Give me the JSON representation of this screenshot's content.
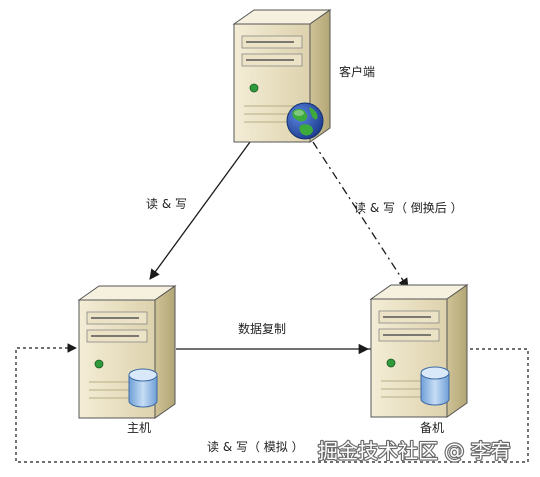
{
  "labels": {
    "client": "客户端",
    "primary": "主机",
    "standby": "备机",
    "rw_primary": "读 & 写",
    "rw_standby": "读 & 写（ 倒换后 ）",
    "replication": "数据复制",
    "rw_simulated": "读 & 写（ 模拟 ）"
  },
  "watermark": "掘金技术社区 @ 李宥",
  "icons": {
    "client": "server-icon",
    "client_badge": "globe-icon",
    "primary": "server-icon",
    "primary_badge": "database-icon",
    "standby": "server-icon",
    "standby_badge": "database-icon"
  },
  "colors": {
    "server_front": "#e9e0c1",
    "server_side": "#c9bd93",
    "globe_ocean": "#2f56b8",
    "globe_land": "#3cab3c",
    "database": "#8fb8e6",
    "line": "#1a1a1a"
  }
}
